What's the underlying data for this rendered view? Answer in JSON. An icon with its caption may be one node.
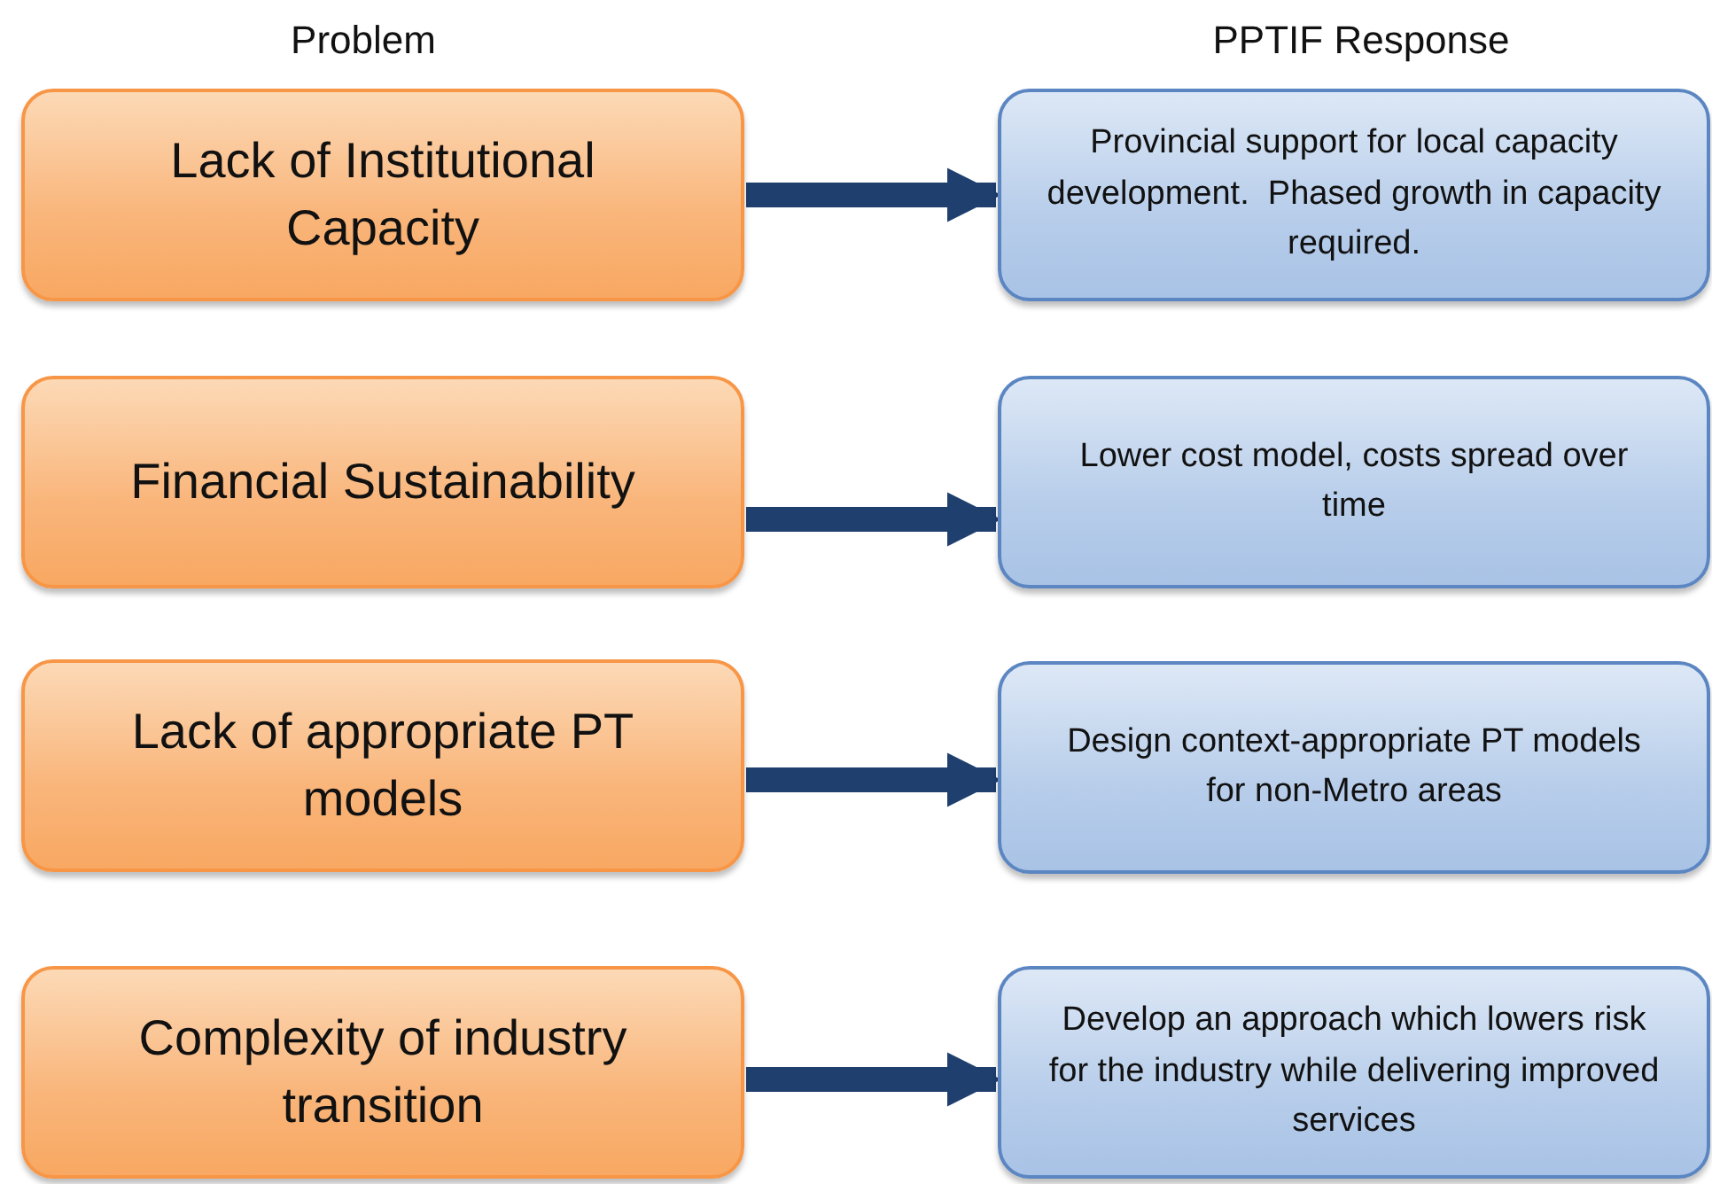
{
  "diagram": {
    "nodes": [
      {
        "text": [
          "Lack of Institutional Capacity"
        ]
      },
      {
        "text": [
          "Provincial support for local capacity development.  Phased growth in capacity required."
        ]
      },
      {
        "text": [
          "Financial Sustainability"
        ]
      },
      {
        "text": [
          "Lower cost model, costs spread over time"
        ]
      },
      {
        "text": [
          "Lack of appropriate PT models"
        ]
      },
      {
        "text": [
          "Design context-appropriate PT models for non-Metro areas"
        ]
      },
      {
        "text": [
          "Complexity of industry transition"
        ]
      },
      {
        "text": [
          "Develop an approach which lowers risk for the industry while delivering improved services"
        ]
      }
    ],
    "edges": [
      {
        "from": 0,
        "to": 1,
        "arrow": "to"
      },
      {
        "from": 2,
        "to": 3,
        "arrow": "to"
      },
      {
        "from": 4,
        "to": 5,
        "arrow": "to"
      },
      {
        "from": 6,
        "to": 7,
        "arrow": "to"
      }
    ],
    "labels": [
      "Problem",
      "PPTIF Response"
    ]
  }
}
